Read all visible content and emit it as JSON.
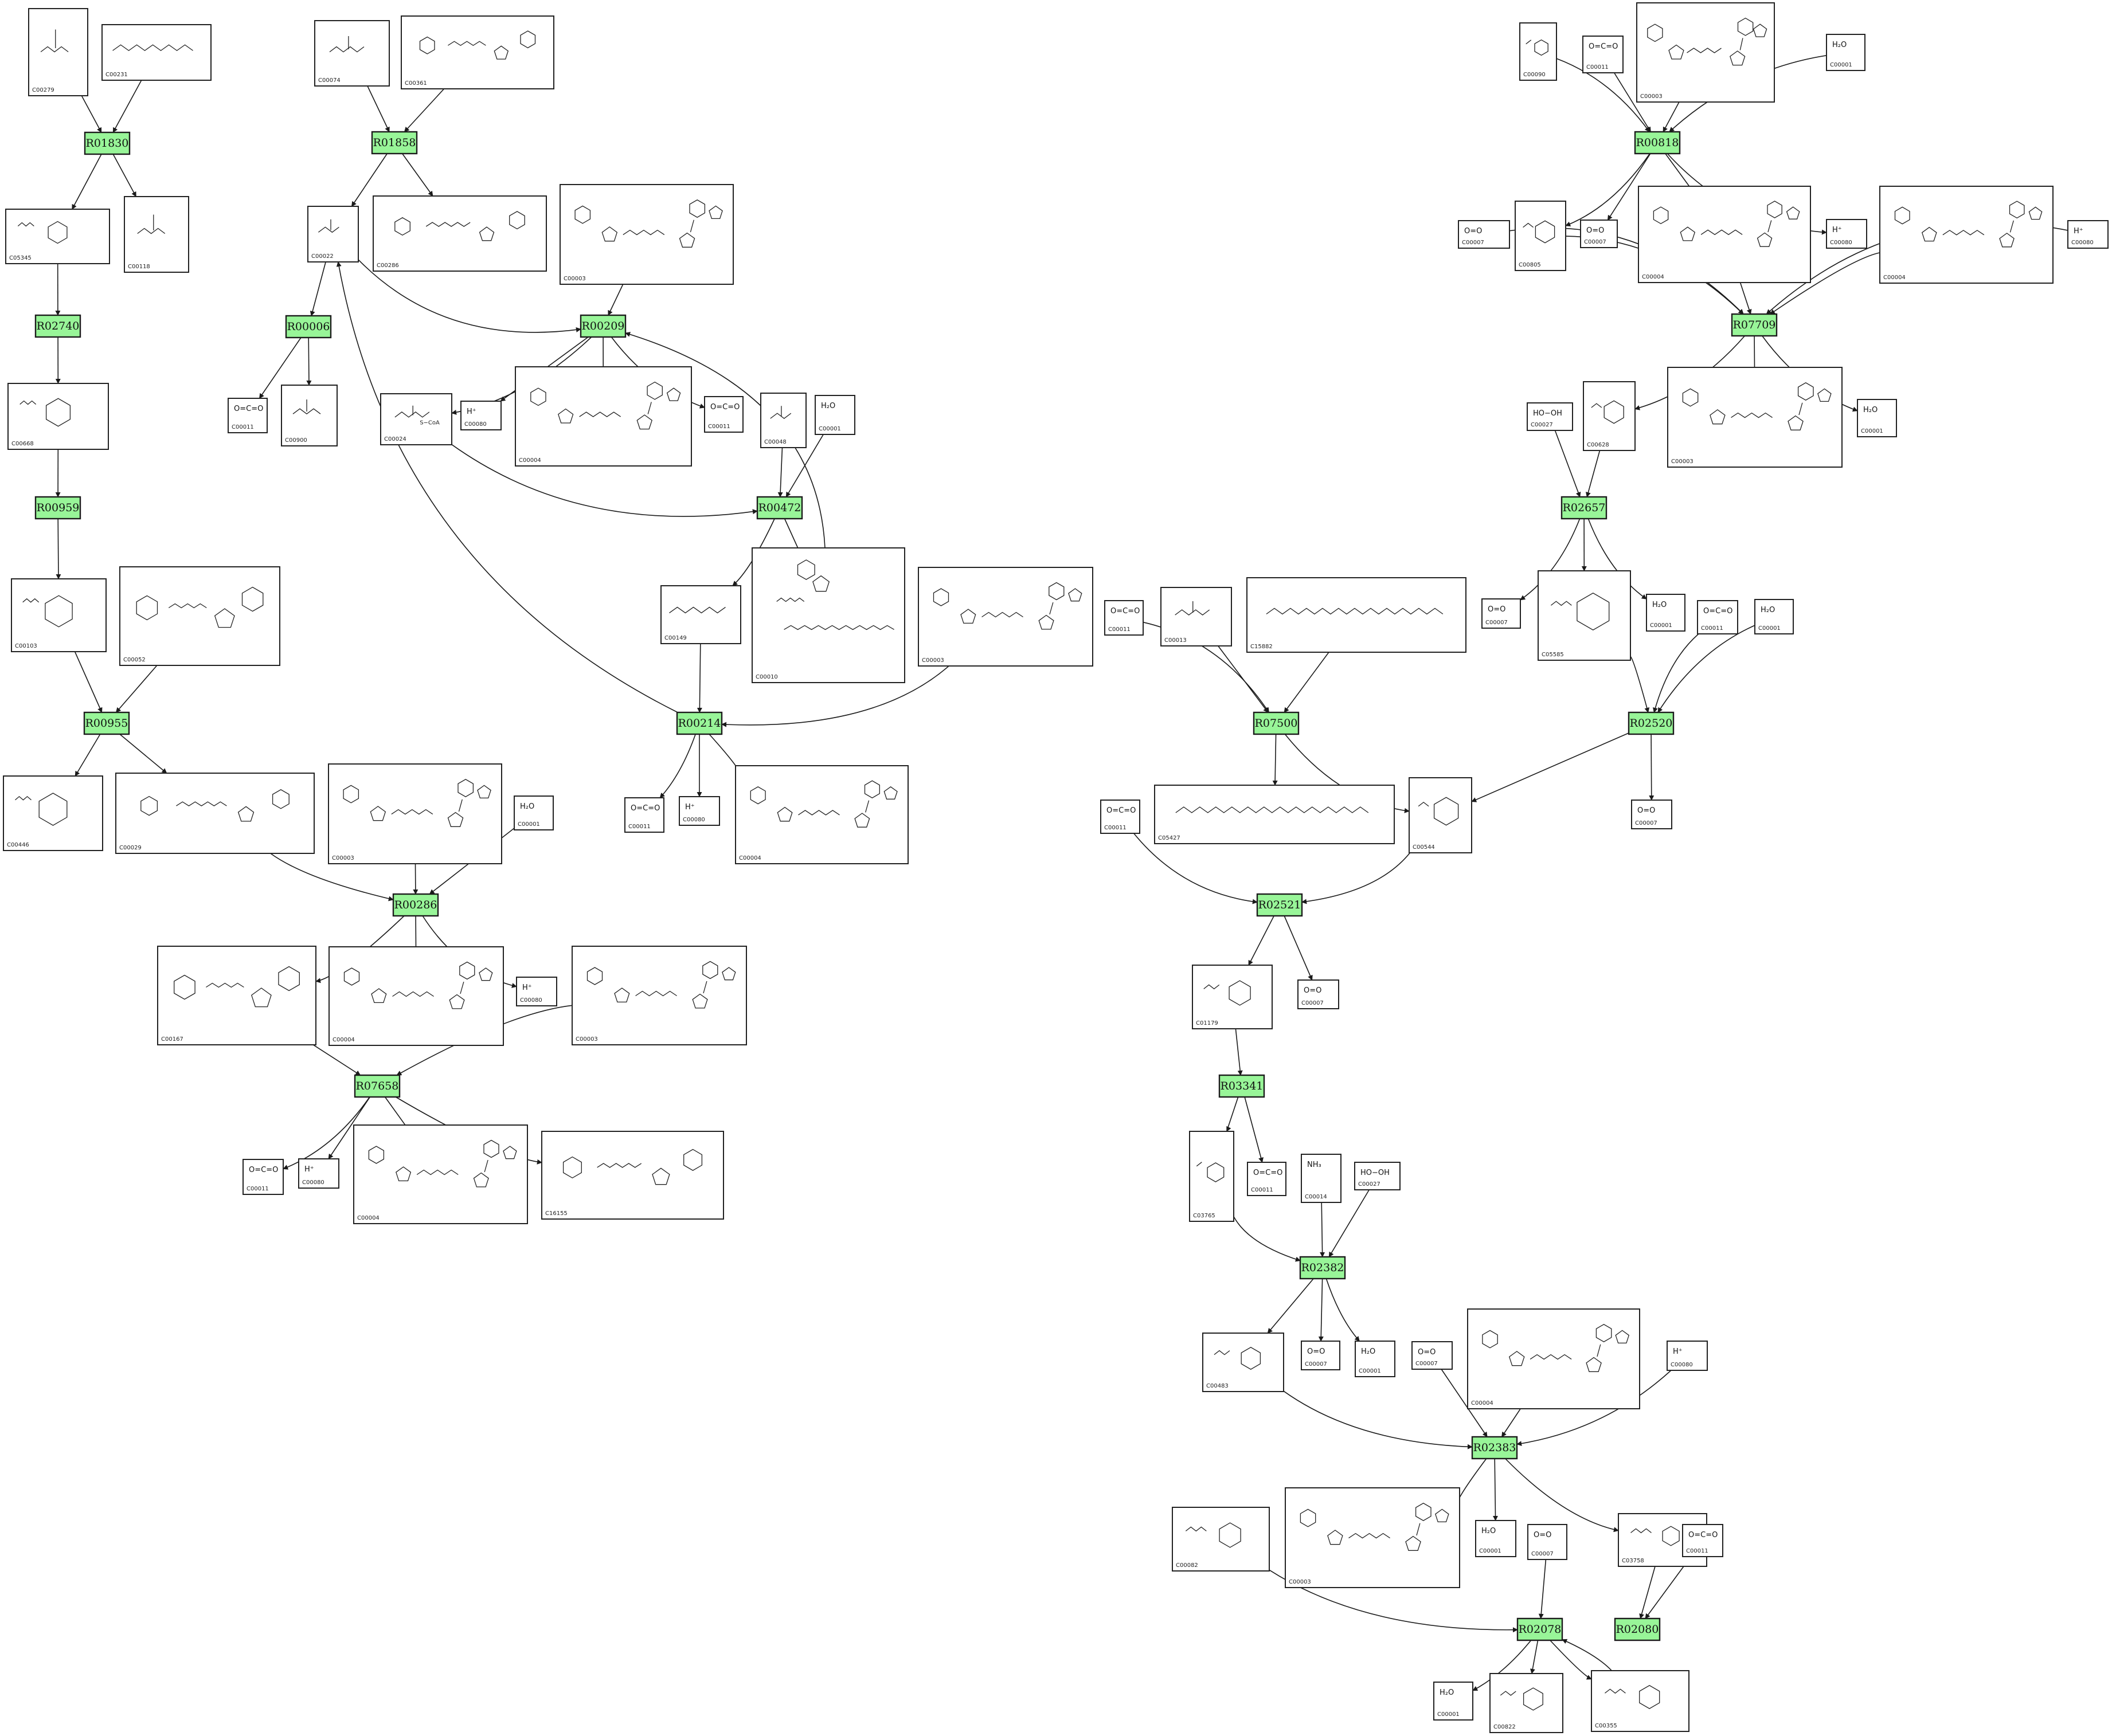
{
  "reactions": [
    {
      "id": "R01830"
    },
    {
      "id": "R01858"
    },
    {
      "id": "R00818"
    },
    {
      "id": "R02740"
    },
    {
      "id": "R00006"
    },
    {
      "id": "R00209"
    },
    {
      "id": "R07709"
    },
    {
      "id": "R00959"
    },
    {
      "id": "R00472"
    },
    {
      "id": "R02657"
    },
    {
      "id": "R00955"
    },
    {
      "id": "R00214"
    },
    {
      "id": "R07500"
    },
    {
      "id": "R02520"
    },
    {
      "id": "R00286"
    },
    {
      "id": "R02521"
    },
    {
      "id": "R07658"
    },
    {
      "id": "R03341"
    },
    {
      "id": "R02382"
    },
    {
      "id": "R02383"
    },
    {
      "id": "R02078"
    },
    {
      "id": "R02080"
    }
  ],
  "compounds": [
    {
      "key": "c00279",
      "id": "C00279",
      "label": "",
      "mol": "small"
    },
    {
      "key": "c00231",
      "id": "C00231",
      "label": "",
      "mol": "chain"
    },
    {
      "key": "c00074",
      "id": "C00074",
      "label": "",
      "mol": "small"
    },
    {
      "key": "c00361",
      "id": "C00361",
      "label": "",
      "mol": "nucleotide"
    },
    {
      "key": "c00090",
      "id": "C00090",
      "label": "",
      "mol": "ring"
    },
    {
      "key": "c00011a",
      "id": "C00011",
      "label": "O=C=O",
      "mol": "formula"
    },
    {
      "key": "c00003a",
      "id": "C00003",
      "label": "",
      "mol": "nad"
    },
    {
      "key": "c00001a",
      "id": "C00001",
      "label": "H₂O",
      "mol": "formula"
    },
    {
      "key": "c05345",
      "id": "C05345",
      "label": "",
      "mol": "sugar"
    },
    {
      "key": "c00118",
      "id": "C00118",
      "label": "",
      "mol": "small"
    },
    {
      "key": "c00022",
      "id": "C00022",
      "label": "",
      "mol": "small"
    },
    {
      "key": "c00286",
      "id": "C00286",
      "label": "",
      "mol": "nucleotide"
    },
    {
      "key": "c00003b",
      "id": "C00003",
      "label": "",
      "mol": "nad"
    },
    {
      "key": "c00007a",
      "id": "C00007",
      "label": "O=O",
      "mol": "formula"
    },
    {
      "key": "c00805",
      "id": "C00805",
      "label": "",
      "mol": "ring"
    },
    {
      "key": "c00007b",
      "id": "C00007",
      "label": "O=O",
      "mol": "formula"
    },
    {
      "key": "c00004a",
      "id": "C00004",
      "label": "",
      "mol": "nad"
    },
    {
      "key": "c00080a",
      "id": "C00080",
      "label": "H⁺",
      "mol": "formula"
    },
    {
      "key": "c00004b",
      "id": "C00004",
      "label": "",
      "mol": "nad"
    },
    {
      "key": "c00080b",
      "id": "C00080",
      "label": "H⁺",
      "mol": "formula"
    },
    {
      "key": "c00668",
      "id": "C00668",
      "label": "",
      "mol": "sugar"
    },
    {
      "key": "c00011b",
      "id": "C00011",
      "label": "O=C=O",
      "mol": "formula"
    },
    {
      "key": "c00900",
      "id": "C00900",
      "label": "",
      "mol": "small"
    },
    {
      "key": "c00024",
      "id": "C00024",
      "label": "S−CoA",
      "mol": "small"
    },
    {
      "key": "c00080c",
      "id": "C00080",
      "label": "H⁺",
      "mol": "formula"
    },
    {
      "key": "c00004c",
      "id": "C00004",
      "label": "",
      "mol": "nad"
    },
    {
      "key": "c00011c",
      "id": "C00011",
      "label": "O=C=O",
      "mol": "formula"
    },
    {
      "key": "c00048",
      "id": "C00048",
      "label": "",
      "mol": "small"
    },
    {
      "key": "c00001b",
      "id": "C00001",
      "label": "H₂O",
      "mol": "formula"
    },
    {
      "key": "c00027a",
      "id": "C00027",
      "label": "HO−OH",
      "mol": "formula"
    },
    {
      "key": "c00628",
      "id": "C00628",
      "label": "",
      "mol": "ring"
    },
    {
      "key": "c00003c",
      "id": "C00003",
      "label": "",
      "mol": "nad"
    },
    {
      "key": "c00001c",
      "id": "C00001",
      "label": "H₂O",
      "mol": "formula"
    },
    {
      "key": "c00103",
      "id": "C00103",
      "label": "",
      "mol": "sugar"
    },
    {
      "key": "c00052",
      "id": "C00052",
      "label": "",
      "mol": "nucleotide"
    },
    {
      "key": "c00149",
      "id": "C00149",
      "label": "",
      "mol": "chain"
    },
    {
      "key": "c00010",
      "id": "C00010",
      "label": "",
      "mol": "coa"
    },
    {
      "key": "c00003d",
      "id": "C00003",
      "label": "",
      "mol": "nad"
    },
    {
      "key": "c00011d",
      "id": "C00011",
      "label": "O=C=O",
      "mol": "formula"
    },
    {
      "key": "c00013",
      "id": "C00013",
      "label": "",
      "mol": "small"
    },
    {
      "key": "c15882",
      "id": "C15882",
      "label": "",
      "mol": "chain"
    },
    {
      "key": "c00007c",
      "id": "C00007",
      "label": "O=O",
      "mol": "formula"
    },
    {
      "key": "c00001d",
      "id": "C00001",
      "label": "H₂O",
      "mol": "formula"
    },
    {
      "key": "c05585",
      "id": "C05585",
      "label": "",
      "mol": "ring"
    },
    {
      "key": "c00011e",
      "id": "C00011",
      "label": "O=C=O",
      "mol": "formula"
    },
    {
      "key": "c00001e",
      "id": "C00001",
      "label": "H₂O",
      "mol": "formula"
    },
    {
      "key": "c00446",
      "id": "C00446",
      "label": "",
      "mol": "sugar"
    },
    {
      "key": "c00029",
      "id": "C00029",
      "label": "",
      "mol": "nucleotide"
    },
    {
      "key": "c00003e",
      "id": "C00003",
      "label": "",
      "mol": "nad"
    },
    {
      "key": "c00001f",
      "id": "C00001",
      "label": "H₂O",
      "mol": "formula"
    },
    {
      "key": "c00011f",
      "id": "C00011",
      "label": "O=C=O",
      "mol": "formula"
    },
    {
      "key": "c00080d",
      "id": "C00080",
      "label": "H⁺",
      "mol": "formula"
    },
    {
      "key": "c00004d",
      "id": "C00004",
      "label": "",
      "mol": "nad"
    },
    {
      "key": "c05427",
      "id": "C05427",
      "label": "",
      "mol": "chain"
    },
    {
      "key": "c00544",
      "id": "C00544",
      "label": "",
      "mol": "ring"
    },
    {
      "key": "c00007d",
      "id": "C00007",
      "label": "O=O",
      "mol": "formula"
    },
    {
      "key": "c00011g",
      "id": "C00011",
      "label": "O=C=O",
      "mol": "formula"
    },
    {
      "key": "c00167",
      "id": "C00167",
      "label": "",
      "mol": "nucleotide"
    },
    {
      "key": "c00004e",
      "id": "C00004",
      "label": "",
      "mol": "nad"
    },
    {
      "key": "c00080e",
      "id": "C00080",
      "label": "H⁺",
      "mol": "formula"
    },
    {
      "key": "c00003f",
      "id": "C00003",
      "label": "",
      "mol": "nad"
    },
    {
      "key": "c01179",
      "id": "C01179",
      "label": "",
      "mol": "ring"
    },
    {
      "key": "c00007e",
      "id": "C00007",
      "label": "O=O",
      "mol": "formula"
    },
    {
      "key": "c00011h",
      "id": "C00011",
      "label": "O=C=O",
      "mol": "formula"
    },
    {
      "key": "c00080f",
      "id": "C00080",
      "label": "H⁺",
      "mol": "formula"
    },
    {
      "key": "c00004f",
      "id": "C00004",
      "label": "",
      "mol": "nad"
    },
    {
      "key": "c16155",
      "id": "C16155",
      "label": "",
      "mol": "nucleotide"
    },
    {
      "key": "c03765",
      "id": "C03765",
      "label": "",
      "mol": "ring"
    },
    {
      "key": "c00011i",
      "id": "C00011",
      "label": "O=C=O",
      "mol": "formula"
    },
    {
      "key": "c00014",
      "id": "C00014",
      "label": "NH₃",
      "mol": "formula"
    },
    {
      "key": "c00027b",
      "id": "C00027",
      "label": "HO−OH",
      "mol": "formula"
    },
    {
      "key": "c00483",
      "id": "C00483",
      "label": "",
      "mol": "ring"
    },
    {
      "key": "c00007f",
      "id": "C00007",
      "label": "O=O",
      "mol": "formula"
    },
    {
      "key": "c00001g",
      "id": "C00001",
      "label": "H₂O",
      "mol": "formula"
    },
    {
      "key": "c00007g",
      "id": "C00007",
      "label": "O=O",
      "mol": "formula"
    },
    {
      "key": "c00004g",
      "id": "C00004",
      "label": "",
      "mol": "nad"
    },
    {
      "key": "c00080g",
      "id": "C00080",
      "label": "H⁺",
      "mol": "formula"
    },
    {
      "key": "c00082",
      "id": "C00082",
      "label": "",
      "mol": "ring"
    },
    {
      "key": "c00003g",
      "id": "C00003",
      "label": "",
      "mol": "nad"
    },
    {
      "key": "c00001h",
      "id": "C00001",
      "label": "H₂O",
      "mol": "formula"
    },
    {
      "key": "c00007h",
      "id": "C00007",
      "label": "O=O",
      "mol": "formula"
    },
    {
      "key": "c03758",
      "id": "C03758",
      "label": "",
      "mol": "ring"
    },
    {
      "key": "c00011j",
      "id": "C00011",
      "label": "O=C=O",
      "mol": "formula"
    },
    {
      "key": "c00001i",
      "id": "C00001",
      "label": "H₂O",
      "mol": "formula"
    },
    {
      "key": "c00822",
      "id": "C00822",
      "label": "",
      "mol": "ring"
    },
    {
      "key": "c00355",
      "id": "C00355",
      "label": "",
      "mol": "ring"
    }
  ],
  "edges": [
    [
      "c00279",
      "R01830"
    ],
    [
      "c00231",
      "R01830"
    ],
    [
      "R01830",
      "c05345"
    ],
    [
      "R01830",
      "c00118"
    ],
    [
      "c05345",
      "R02740"
    ],
    [
      "R02740",
      "c00668"
    ],
    [
      "c00668",
      "R00959"
    ],
    [
      "R00959",
      "c00103"
    ],
    [
      "c00103",
      "R00955"
    ],
    [
      "c00052",
      "R00955"
    ],
    [
      "R00955",
      "c00446"
    ],
    [
      "R00955",
      "c00029"
    ],
    [
      "c00074",
      "R01858"
    ],
    [
      "c00361",
      "R01858"
    ],
    [
      "R01858",
      "c00022"
    ],
    [
      "R01858",
      "c00286"
    ],
    [
      "c00022",
      "R00006"
    ],
    [
      "R00006",
      "c00011b"
    ],
    [
      "R00006",
      "c00900"
    ],
    [
      "c00022",
      "R00209"
    ],
    [
      "c00003b",
      "R00209"
    ],
    [
      "R00209",
      "c00024"
    ],
    [
      "R00209",
      "c00080c"
    ],
    [
      "R00209",
      "c00004c"
    ],
    [
      "R00209",
      "c00011c"
    ],
    [
      "c00024",
      "R00472"
    ],
    [
      "c00048",
      "R00472"
    ],
    [
      "c00001b",
      "R00472"
    ],
    [
      "R00472",
      "c00149"
    ],
    [
      "R00472",
      "c00010"
    ],
    [
      "c00010",
      "R00209"
    ],
    [
      "c00149",
      "R00214"
    ],
    [
      "c00003d",
      "R00214"
    ],
    [
      "R00214",
      "c00022"
    ],
    [
      "R00214",
      "c00011f"
    ],
    [
      "R00214",
      "c00080d"
    ],
    [
      "R00214",
      "c00004d"
    ],
    [
      "c00029",
      "R00286"
    ],
    [
      "c00003e",
      "R00286"
    ],
    [
      "c00001f",
      "R00286"
    ],
    [
      "R00286",
      "c00167"
    ],
    [
      "R00286",
      "c00004e"
    ],
    [
      "R00286",
      "c00080e"
    ],
    [
      "c00167",
      "R07658"
    ],
    [
      "c00003f",
      "R07658"
    ],
    [
      "R07658",
      "c00011h"
    ],
    [
      "R07658",
      "c00080f"
    ],
    [
      "R07658",
      "c00004f"
    ],
    [
      "R07658",
      "c16155"
    ],
    [
      "c00090",
      "R00818"
    ],
    [
      "c00011a",
      "R00818"
    ],
    [
      "c00003a",
      "R00818"
    ],
    [
      "c00001a",
      "R00818"
    ],
    [
      "R00818",
      "c00805"
    ],
    [
      "R00818",
      "c00007b"
    ],
    [
      "R00818",
      "c00004a"
    ],
    [
      "R00818",
      "c00080a"
    ],
    [
      "c00007a",
      "R07709"
    ],
    [
      "c00805",
      "R07709"
    ],
    [
      "c00004a",
      "R07709"
    ],
    [
      "c00004b",
      "R07709"
    ],
    [
      "c00080b",
      "R07709"
    ],
    [
      "R07709",
      "c00628"
    ],
    [
      "R07709",
      "c00003c"
    ],
    [
      "R07709",
      "c00001c"
    ],
    [
      "c00027a",
      "R02657"
    ],
    [
      "c00628",
      "R02657"
    ],
    [
      "R02657",
      "c00007c"
    ],
    [
      "R02657",
      "c05585"
    ],
    [
      "R02657",
      "c00001d"
    ],
    [
      "c05585",
      "R02520"
    ],
    [
      "c00011e",
      "R02520"
    ],
    [
      "c00001e",
      "R02520"
    ],
    [
      "R02520",
      "c00544"
    ],
    [
      "R02520",
      "c00007d"
    ],
    [
      "c00011d",
      "R07500"
    ],
    [
      "c00013",
      "R07500"
    ],
    [
      "c15882",
      "R07500"
    ],
    [
      "R07500",
      "c05427"
    ],
    [
      "R07500",
      "c00544"
    ],
    [
      "c00011g",
      "R02521"
    ],
    [
      "c00544",
      "R02521"
    ],
    [
      "R02521",
      "c01179"
    ],
    [
      "R02521",
      "c00007e"
    ],
    [
      "c01179",
      "R03341"
    ],
    [
      "R03341",
      "c03765"
    ],
    [
      "R03341",
      "c00011i"
    ],
    [
      "c03765",
      "R02382"
    ],
    [
      "c00014",
      "R02382"
    ],
    [
      "c00027b",
      "R02382"
    ],
    [
      "R02382",
      "c00483"
    ],
    [
      "R02382",
      "c00007f"
    ],
    [
      "R02382",
      "c00001g"
    ],
    [
      "c00483",
      "R02383"
    ],
    [
      "c00007g",
      "R02383"
    ],
    [
      "c00004g",
      "R02383"
    ],
    [
      "c00080g",
      "R02383"
    ],
    [
      "R02383",
      "c00003g"
    ],
    [
      "R02383",
      "c00001h"
    ],
    [
      "R02383",
      "c03758"
    ],
    [
      "c00082",
      "R02078"
    ],
    [
      "c00007h",
      "R02078"
    ],
    [
      "R02078",
      "c00001i"
    ],
    [
      "R02078",
      "c00822"
    ],
    [
      "R02078",
      "c00355"
    ],
    [
      "c00355",
      "R02078"
    ],
    [
      "c03758",
      "R02080"
    ],
    [
      "c00011j",
      "R02080"
    ]
  ]
}
